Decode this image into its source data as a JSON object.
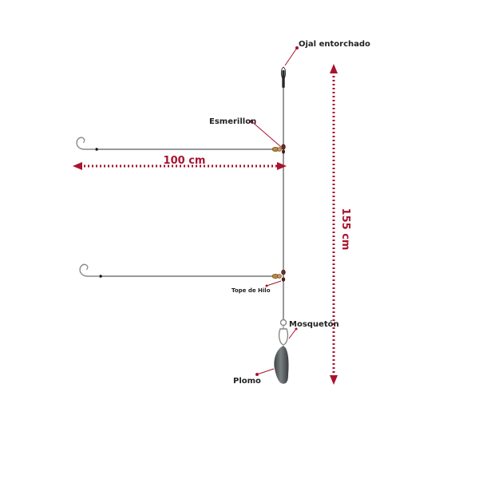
{
  "labels": {
    "eyelet": "Ojal entorchado",
    "swivel": "Esmerillon",
    "line_stop": "Tope de Hilo",
    "snap": "Mosquetón",
    "sinker": "Plomo"
  },
  "dimensions": {
    "branch_length": "100 cm",
    "total_length": "155 cm"
  },
  "colors": {
    "accent": "#a8132e",
    "line": "#333333",
    "text": "#222222",
    "sinker": "#55595b",
    "swivel": "#b98a3e"
  }
}
